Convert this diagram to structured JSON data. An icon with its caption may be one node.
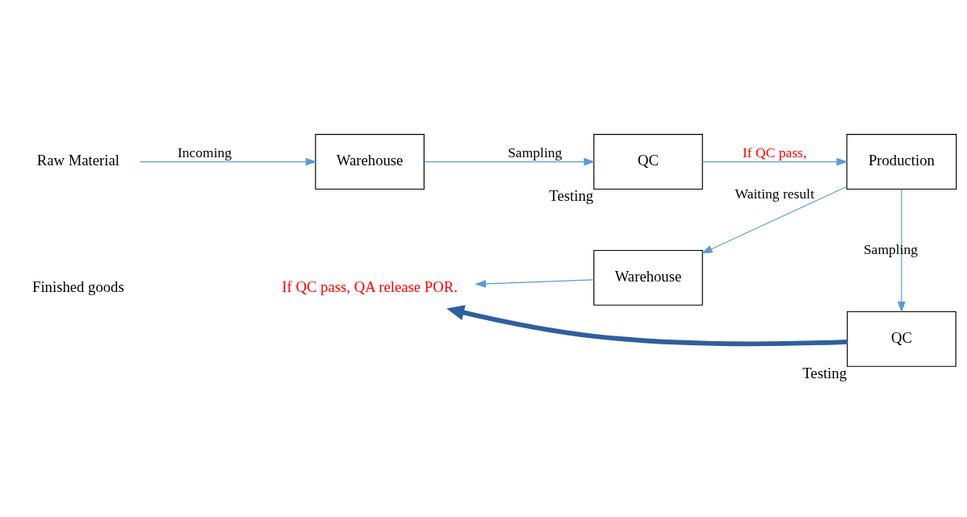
{
  "diagram": {
    "nodes": [
      {
        "text": [
          "Raw Material"
        ]
      },
      {
        "text": [
          "Warehouse"
        ]
      },
      {
        "text": [
          "QC"
        ],
        "beside": [
          "Testing"
        ]
      },
      {
        "text": [
          "Production"
        ]
      },
      {
        "text": [
          "Warehouse"
        ]
      },
      {
        "text": [
          "QC"
        ],
        "beside": [
          "Testing"
        ]
      },
      {
        "text": [
          "If QC pass, QA release POR."
        ]
      }
    ],
    "edges": [
      {
        "from": 0,
        "to": 1,
        "arrow": "to",
        "label": "Incoming"
      },
      {
        "from": 1,
        "to": 2,
        "arrow": "to",
        "label": "Sampling"
      },
      {
        "from": 2,
        "to": 3,
        "arrow": "to",
        "label": "If QC pass,"
      },
      {
        "from": 3,
        "to": 4,
        "arrow": "to",
        "label": "Waiting result"
      },
      {
        "from": 3,
        "to": 5,
        "arrow": "to",
        "label": "Sampling"
      },
      {
        "from": 4,
        "to": 6,
        "arrow": "to"
      },
      {
        "from": 5,
        "to": 6,
        "arrow": "to",
        "style": "thick",
        "color": "#2e5f9e"
      }
    ],
    "labels": [
      "Finished goods"
    ]
  }
}
